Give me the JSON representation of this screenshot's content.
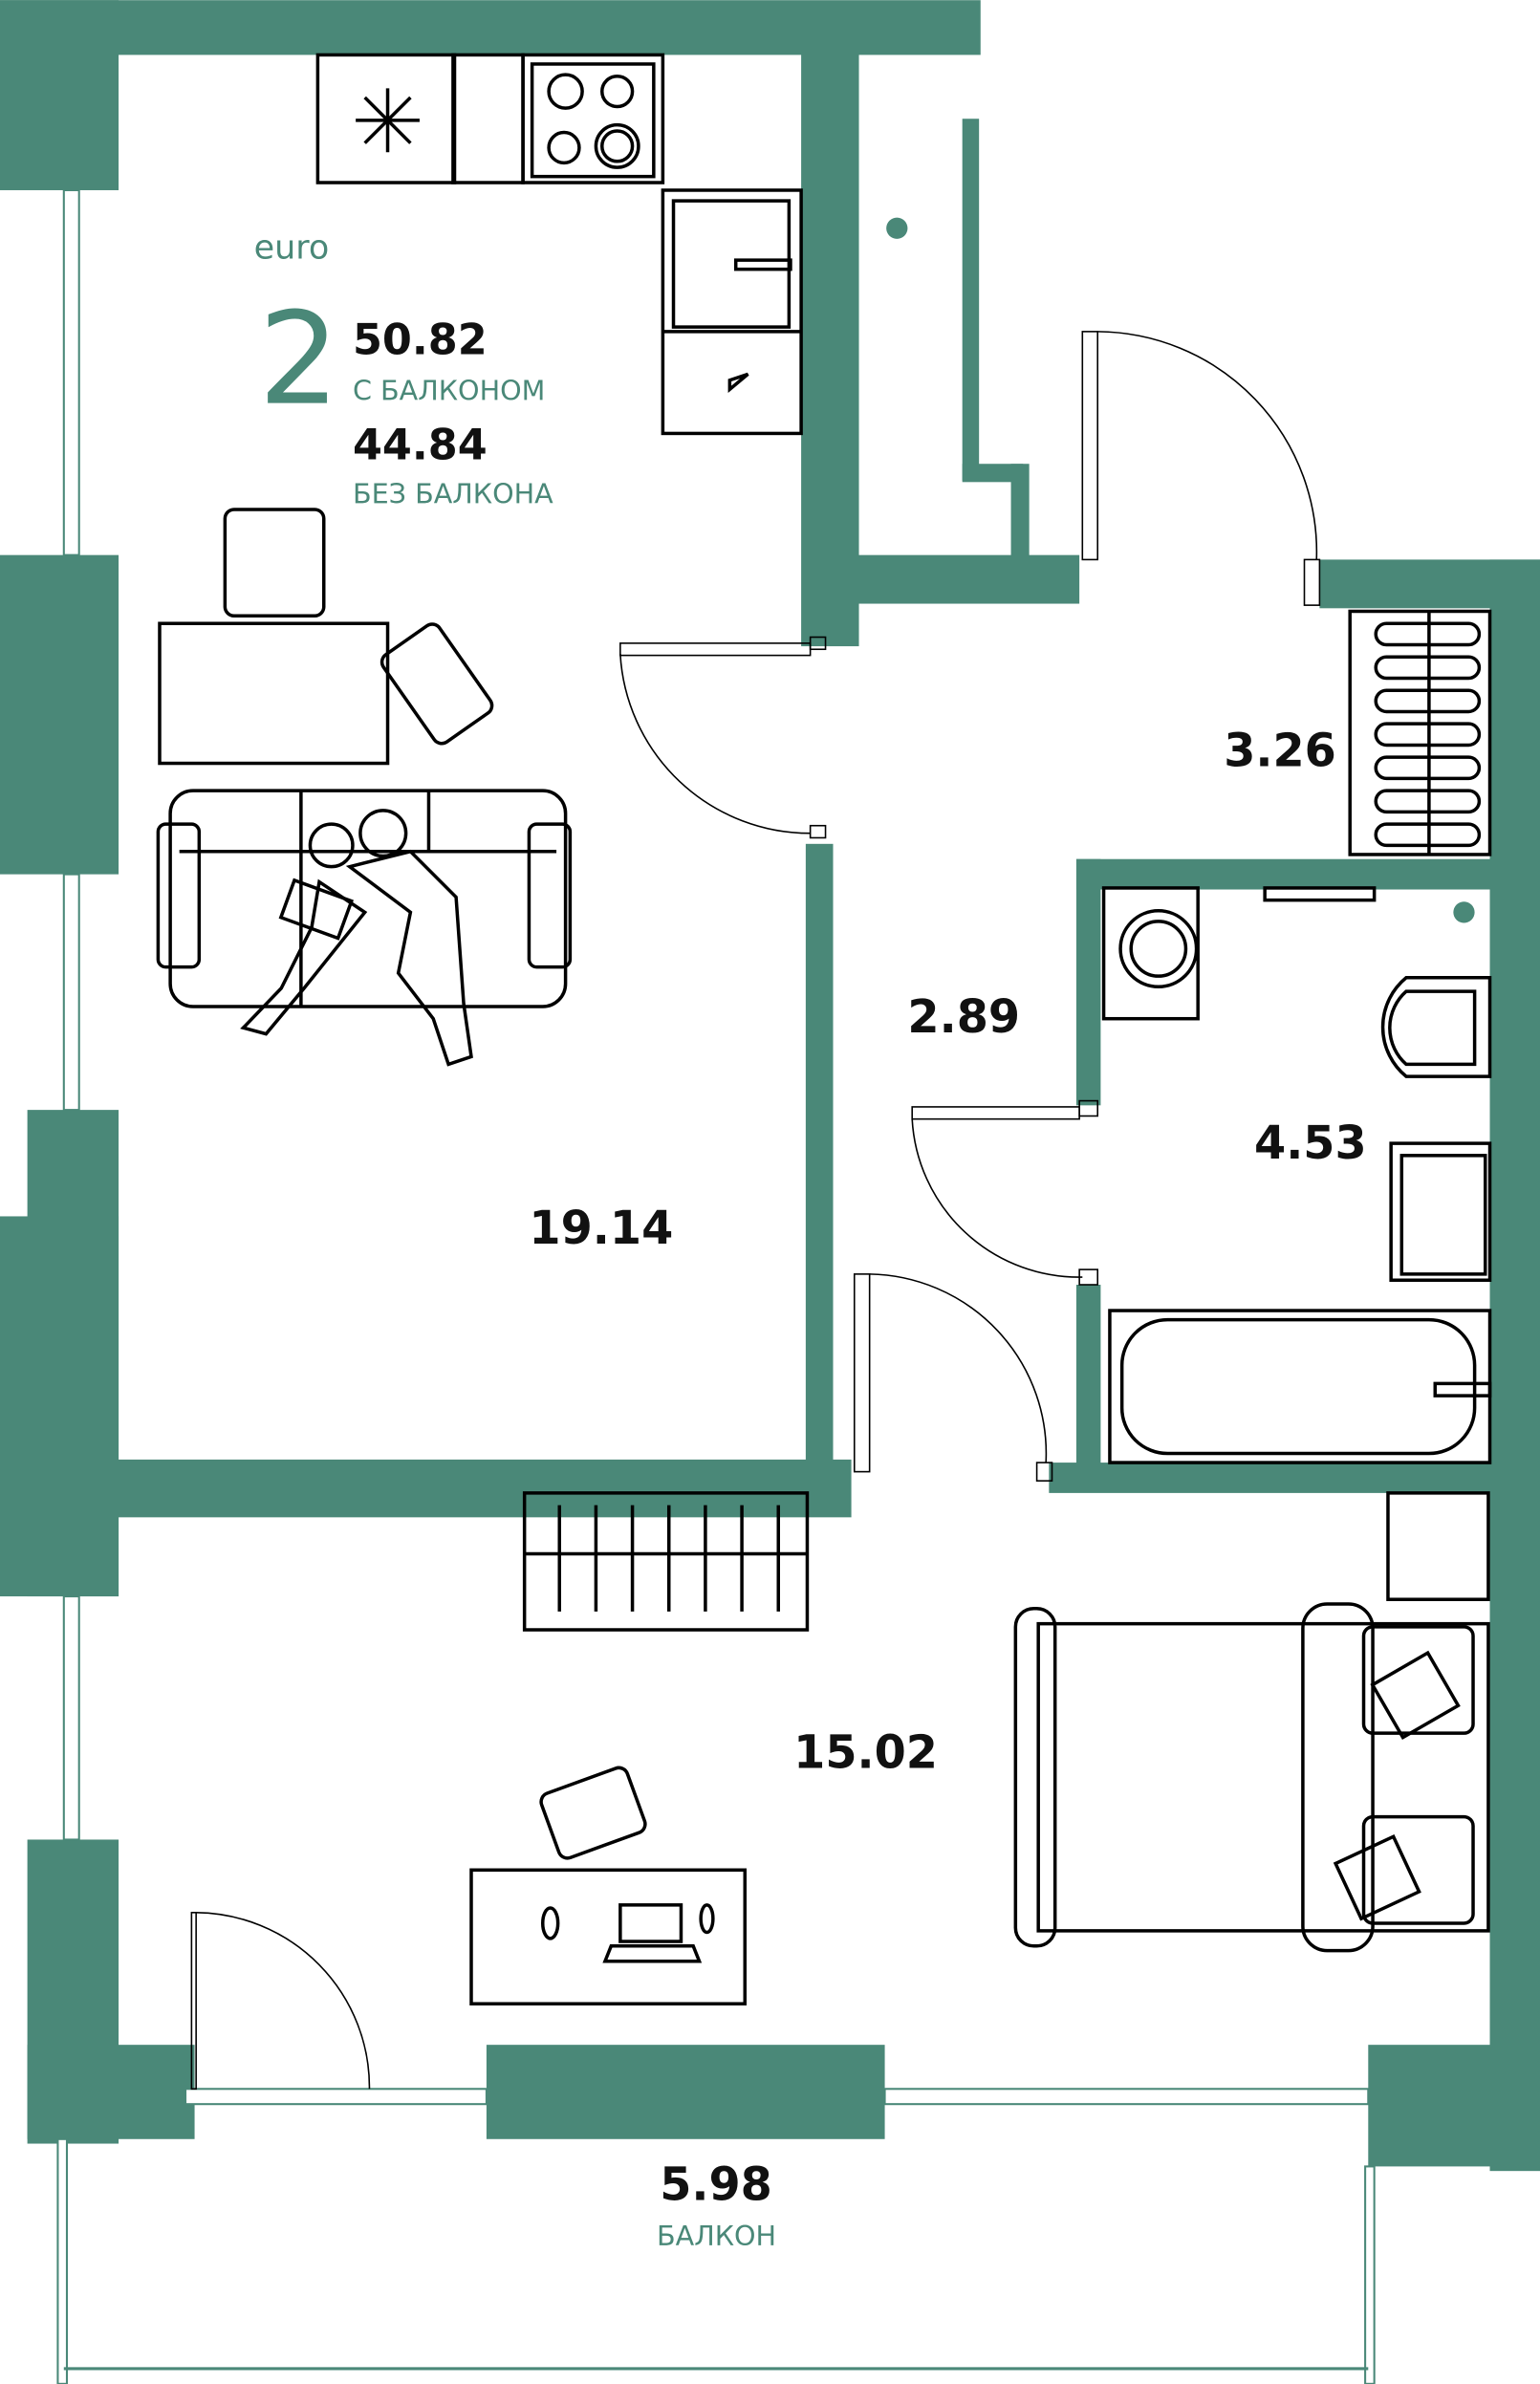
{
  "plan": {
    "type_label": "euro",
    "rooms_count": "2",
    "total_area_with_balcony": "50.82",
    "with_balcony_label": "С БАЛКОНОМ",
    "total_area_without_balcony": "44.84",
    "without_balcony_label": "БЕЗ БАЛКОНА",
    "wall_color": "#4a8878"
  },
  "rooms": [
    {
      "id": "living-kitchen",
      "area": "19.14"
    },
    {
      "id": "bedroom",
      "area": "15.02"
    },
    {
      "id": "hallway",
      "area": "2.89"
    },
    {
      "id": "wardrobe",
      "area": "3.26"
    },
    {
      "id": "bathroom",
      "area": "4.53"
    },
    {
      "id": "balcony",
      "area": "5.98",
      "label": "БАЛКОН"
    }
  ],
  "icons": [
    "fridge-snowflake-icon",
    "stove-icon",
    "sink-icon",
    "washing-machine-icon",
    "toilet-icon",
    "bathtub-icon",
    "bed-icon",
    "sofa-icon",
    "desk-icon",
    "radiator-icon"
  ]
}
